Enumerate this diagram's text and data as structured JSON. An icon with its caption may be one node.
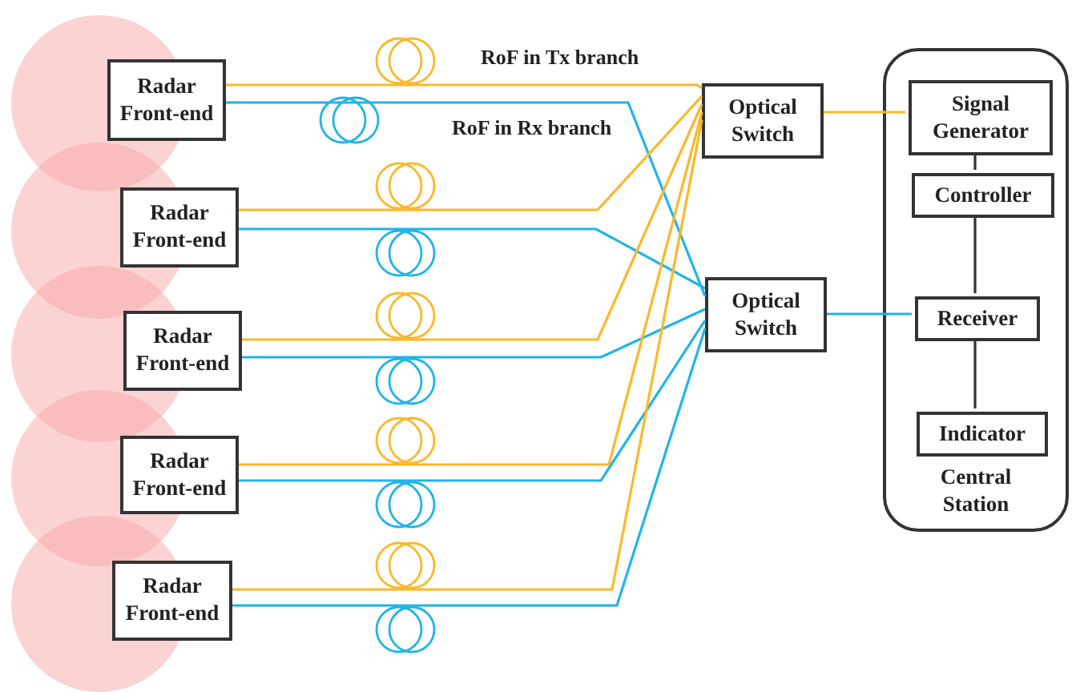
{
  "diagram": {
    "nodes": [
      {
        "text": [
          "Radar Front-end"
        ]
      },
      {
        "text": [
          "Radar Front-end"
        ]
      },
      {
        "text": [
          "Radar Front-end"
        ]
      },
      {
        "text": [
          "Radar Front-end"
        ]
      },
      {
        "text": [
          "Radar Front-end"
        ]
      },
      {
        "text": [
          "Optical Switch"
        ]
      },
      {
        "text": [
          "Optical Switch"
        ]
      },
      {
        "text": [
          "Central Station"
        ]
      },
      {
        "text": [
          "Signal Generator"
        ],
        "in": 7
      },
      {
        "text": [
          "Controller"
        ],
        "in": 7
      },
      {
        "text": [
          "Receiver"
        ],
        "in": 7
      },
      {
        "text": [
          "Indicator"
        ],
        "in": 7
      }
    ],
    "edges": [
      {
        "from": 0,
        "to": 5,
        "arrow": "none",
        "color": "#fbb829"
      },
      {
        "from": 0,
        "to": 6,
        "arrow": "none",
        "color": "#1fb4ea"
      },
      {
        "from": 1,
        "to": 5,
        "arrow": "none",
        "color": "#fbb829"
      },
      {
        "from": 1,
        "to": 6,
        "arrow": "none",
        "color": "#1fb4ea"
      },
      {
        "from": 2,
        "to": 5,
        "arrow": "none",
        "color": "#fbb829"
      },
      {
        "from": 2,
        "to": 6,
        "arrow": "none",
        "color": "#1fb4ea"
      },
      {
        "from": 3,
        "to": 5,
        "arrow": "none",
        "color": "#fbb829"
      },
      {
        "from": 3,
        "to": 6,
        "arrow": "none",
        "color": "#1fb4ea"
      },
      {
        "from": 4,
        "to": 5,
        "arrow": "none",
        "color": "#fbb829"
      },
      {
        "from": 4,
        "to": 6,
        "arrow": "none",
        "color": "#1fb4ea"
      },
      {
        "from": 5,
        "to": 8,
        "arrow": "none",
        "color": "#fbb829"
      },
      {
        "from": 6,
        "to": 10,
        "arrow": "none",
        "color": "#1fb4ea"
      },
      {
        "from": 8,
        "to": 9,
        "arrow": "none",
        "color": "#333333"
      },
      {
        "from": 9,
        "to": 10,
        "arrow": "none",
        "color": "#333333"
      },
      {
        "from": 10,
        "to": 11,
        "arrow": "none",
        "color": "#333333"
      }
    ],
    "labels": [
      "RoF in Tx branch",
      "RoF in Rx branch"
    ]
  }
}
